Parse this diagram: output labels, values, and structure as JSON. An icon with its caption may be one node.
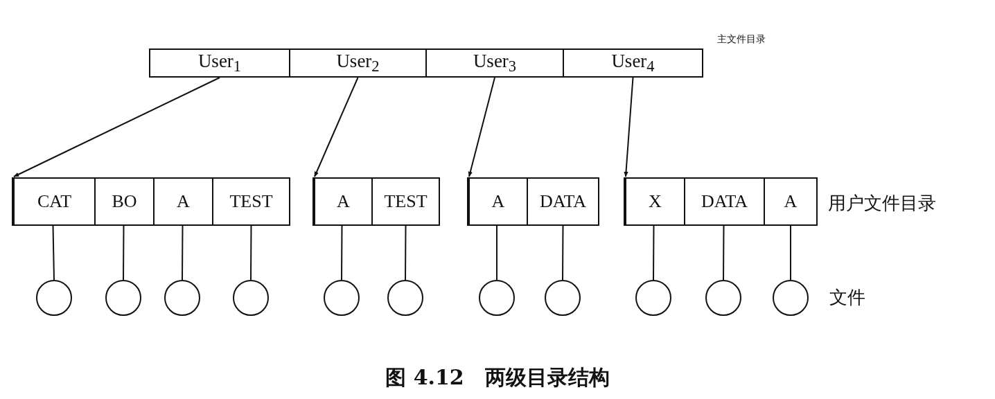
{
  "diagram": {
    "caption": "图 4.12　两级目录结构",
    "nodes": [
      {
        "text": [
          "User$_{1}$"
        ]
      },
      {
        "text": [
          "User$_{2}$"
        ]
      },
      {
        "text": [
          "User$_{3}$"
        ]
      },
      {
        "text": [
          "User$_{4}$"
        ]
      },
      {
        "text": [],
        "shape": "box"
      },
      {
        "text": [
          "CAT"
        ],
        "in": 4
      },
      {
        "text": [
          "BO"
        ],
        "in": 4
      },
      {
        "text": [
          "A"
        ],
        "in": 4
      },
      {
        "text": [
          "TEST"
        ],
        "in": 4
      },
      {
        "text": [],
        "shape": "box"
      },
      {
        "text": [
          "A"
        ],
        "in": 9
      },
      {
        "text": [
          "TEST"
        ],
        "in": 9
      },
      {
        "text": [],
        "shape": "box"
      },
      {
        "text": [
          "A"
        ],
        "in": 12
      },
      {
        "text": [
          "DATA"
        ],
        "in": 12
      },
      {
        "text": [],
        "shape": "box"
      },
      {
        "text": [
          "X"
        ],
        "in": 15
      },
      {
        "text": [
          "DATA"
        ],
        "in": 15
      },
      {
        "text": [
          "A"
        ],
        "in": 15
      },
      {
        "text": [],
        "shape": "circle"
      },
      {
        "text": [],
        "shape": "circle"
      },
      {
        "text": [],
        "shape": "circle"
      },
      {
        "text": [],
        "shape": "circle"
      },
      {
        "text": [],
        "shape": "circle"
      },
      {
        "text": [],
        "shape": "circle"
      },
      {
        "text": [],
        "shape": "circle"
      },
      {
        "text": [],
        "shape": "circle"
      },
      {
        "text": [],
        "shape": "circle"
      },
      {
        "text": [],
        "shape": "circle"
      },
      {
        "text": [],
        "shape": "circle"
      }
    ],
    "edges": [
      {
        "from": 0,
        "to": 4,
        "arrow": "to"
      },
      {
        "from": 1,
        "to": 9,
        "arrow": "to"
      },
      {
        "from": 2,
        "to": 12,
        "arrow": "to"
      },
      {
        "from": 3,
        "to": 15,
        "arrow": "to"
      },
      {
        "from": 5,
        "to": 19,
        "arrow": "none"
      },
      {
        "from": 6,
        "to": 20,
        "arrow": "none"
      },
      {
        "from": 7,
        "to": 21,
        "arrow": "none"
      },
      {
        "from": 8,
        "to": 22,
        "arrow": "none"
      },
      {
        "from": 10,
        "to": 23,
        "arrow": "none"
      },
      {
        "from": 11,
        "to": 24,
        "arrow": "none"
      },
      {
        "from": 13,
        "to": 25,
        "arrow": "none"
      },
      {
        "from": 14,
        "to": 26,
        "arrow": "none"
      },
      {
        "from": 16,
        "to": 27,
        "arrow": "none"
      },
      {
        "from": 17,
        "to": 28,
        "arrow": "none"
      },
      {
        "from": 18,
        "to": 29,
        "arrow": "none"
      }
    ],
    "labels": [
      "主文件目录",
      "用户文件目录",
      "文件"
    ]
  }
}
